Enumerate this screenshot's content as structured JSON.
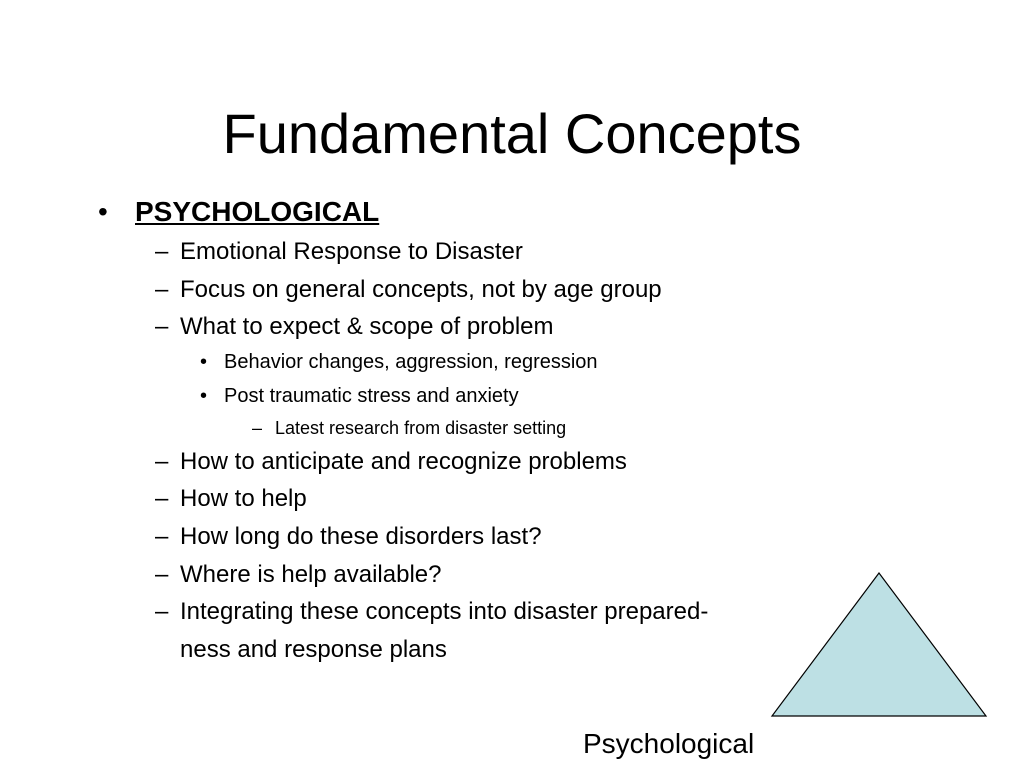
{
  "slide": {
    "title": "Fundamental Concepts",
    "heading": {
      "bullet": "•",
      "label": "PSYCHOLOGICAL"
    },
    "items": [
      {
        "marker": "–",
        "text": "Emotional Response to Disaster"
      },
      {
        "marker": "–",
        "text": "Focus on general concepts, not by age group"
      },
      {
        "marker": "–",
        "text": "What to expect & scope of problem"
      },
      {
        "marker": "•",
        "text": "Behavior changes, aggression, regression"
      },
      {
        "marker": "•",
        "text": "Post traumatic stress and anxiety"
      },
      {
        "marker": "–",
        "text": "Latest research from disaster setting"
      },
      {
        "marker": "–",
        "text": "How to anticipate and recognize problems"
      },
      {
        "marker": "–",
        "text": "How to help"
      },
      {
        "marker": "–",
        "text": "How long do these disorders last?"
      },
      {
        "marker": "–",
        "text": "Where is help available?"
      },
      {
        "marker": "–",
        "text": "Integrating these concepts into disaster prepared-"
      },
      {
        "marker": "",
        "text": "ness and response plans"
      }
    ],
    "triangle": {
      "fill": "#bde0e4",
      "stroke": "#000000"
    },
    "caption": "Psychological"
  }
}
